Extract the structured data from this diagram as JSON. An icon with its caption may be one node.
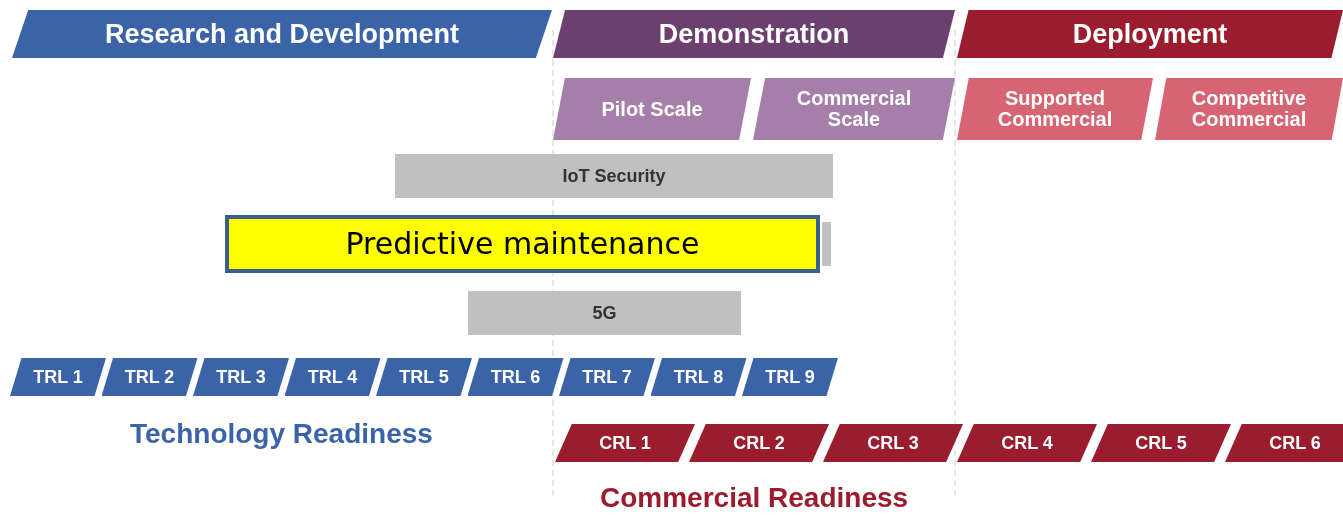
{
  "diagram": {
    "nodes": [
      {
        "text": [
          "Research and Development"
        ]
      },
      {
        "text": [
          "Demonstration"
        ]
      },
      {
        "text": [
          "Deployment"
        ]
      },
      {
        "text": [
          "Pilot Scale"
        ]
      },
      {
        "text": [
          "Commercial Scale"
        ]
      },
      {
        "text": [
          "Supported Commercial"
        ]
      },
      {
        "text": [
          "Competitive Commercial"
        ]
      },
      {
        "text": [
          "IoT Security"
        ]
      },
      {
        "text": [],
        "shape": "bar"
      },
      {
        "text": [
          "Predictive maintenance"
        ]
      },
      {
        "text": [
          "5G"
        ]
      },
      {
        "text": [
          "TRL 1"
        ]
      },
      {
        "text": [
          "TRL 2"
        ]
      },
      {
        "text": [
          "TRL 3"
        ]
      },
      {
        "text": [
          "TRL 4"
        ]
      },
      {
        "text": [
          "TRL 5"
        ]
      },
      {
        "text": [
          "TRL 6"
        ]
      },
      {
        "text": [
          "TRL 7"
        ]
      },
      {
        "text": [
          "TRL 8"
        ]
      },
      {
        "text": [
          "TRL 9"
        ]
      },
      {
        "text": [
          "CRL 1"
        ]
      },
      {
        "text": [
          "CRL 2"
        ]
      },
      {
        "text": [
          "CRL 3"
        ]
      },
      {
        "text": [
          "CRL 4"
        ]
      },
      {
        "text": [
          "CRL 5"
        ]
      },
      {
        "text": [
          "CRL 6"
        ]
      }
    ],
    "edges": [],
    "labels": [
      "Technology Readiness",
      "Commercial Readiness"
    ]
  }
}
